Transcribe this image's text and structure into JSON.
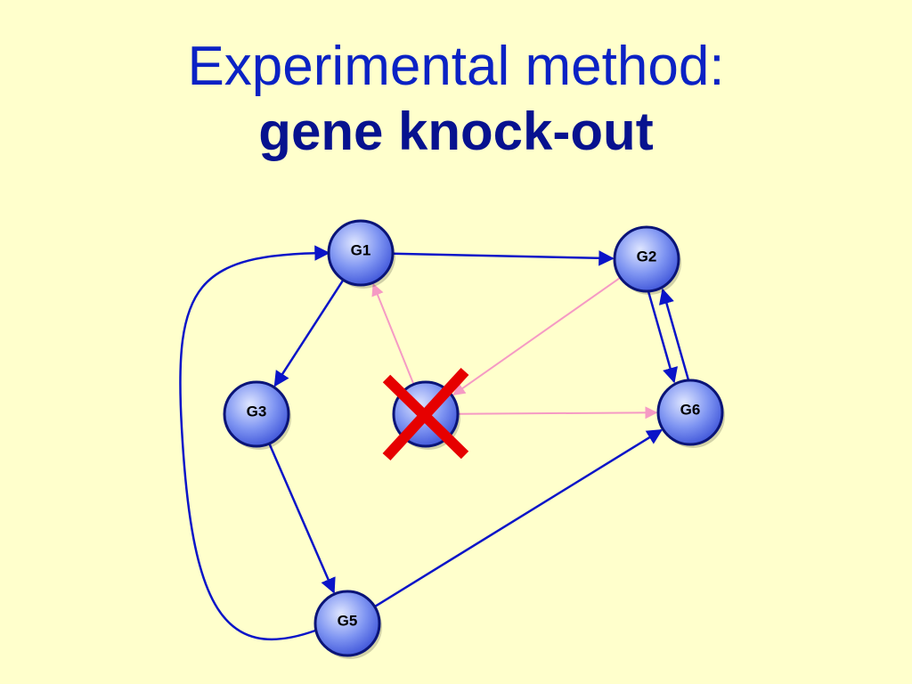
{
  "slide": {
    "title_line1": "Experimental method:",
    "title_line2": "gene knock-out"
  },
  "nodes": [
    {
      "id": "G1",
      "label": "G1"
    },
    {
      "id": "G2",
      "label": "G2"
    },
    {
      "id": "G3",
      "label": "G3"
    },
    {
      "id": "G4",
      "label": "",
      "knocked_out": true
    },
    {
      "id": "G5",
      "label": "G5"
    },
    {
      "id": "G6",
      "label": "G6"
    }
  ],
  "edges": [
    {
      "from": "G1",
      "to": "G2",
      "type": "active"
    },
    {
      "from": "G1",
      "to": "G3",
      "type": "active"
    },
    {
      "from": "G3",
      "to": "G5",
      "type": "active"
    },
    {
      "from": "G5",
      "to": "G6",
      "type": "active"
    },
    {
      "from": "G5",
      "to": "G1",
      "type": "active"
    },
    {
      "from": "G2",
      "to": "G6",
      "type": "active"
    },
    {
      "from": "G6",
      "to": "G2",
      "type": "active"
    },
    {
      "from": "G4",
      "to": "G1",
      "type": "removed"
    },
    {
      "from": "G2",
      "to": "G4",
      "type": "removed"
    },
    {
      "from": "G4",
      "to": "G6",
      "type": "removed"
    }
  ],
  "colors": {
    "background": "#ffffcc",
    "title": "#0b22c4",
    "title_bold": "#07128f",
    "active_edge": "#0a14c8",
    "removed_edge": "#f59ac4",
    "node_fill": "#6f86f0",
    "node_border": "#0a1478",
    "knockout_cross": "#e60000"
  }
}
